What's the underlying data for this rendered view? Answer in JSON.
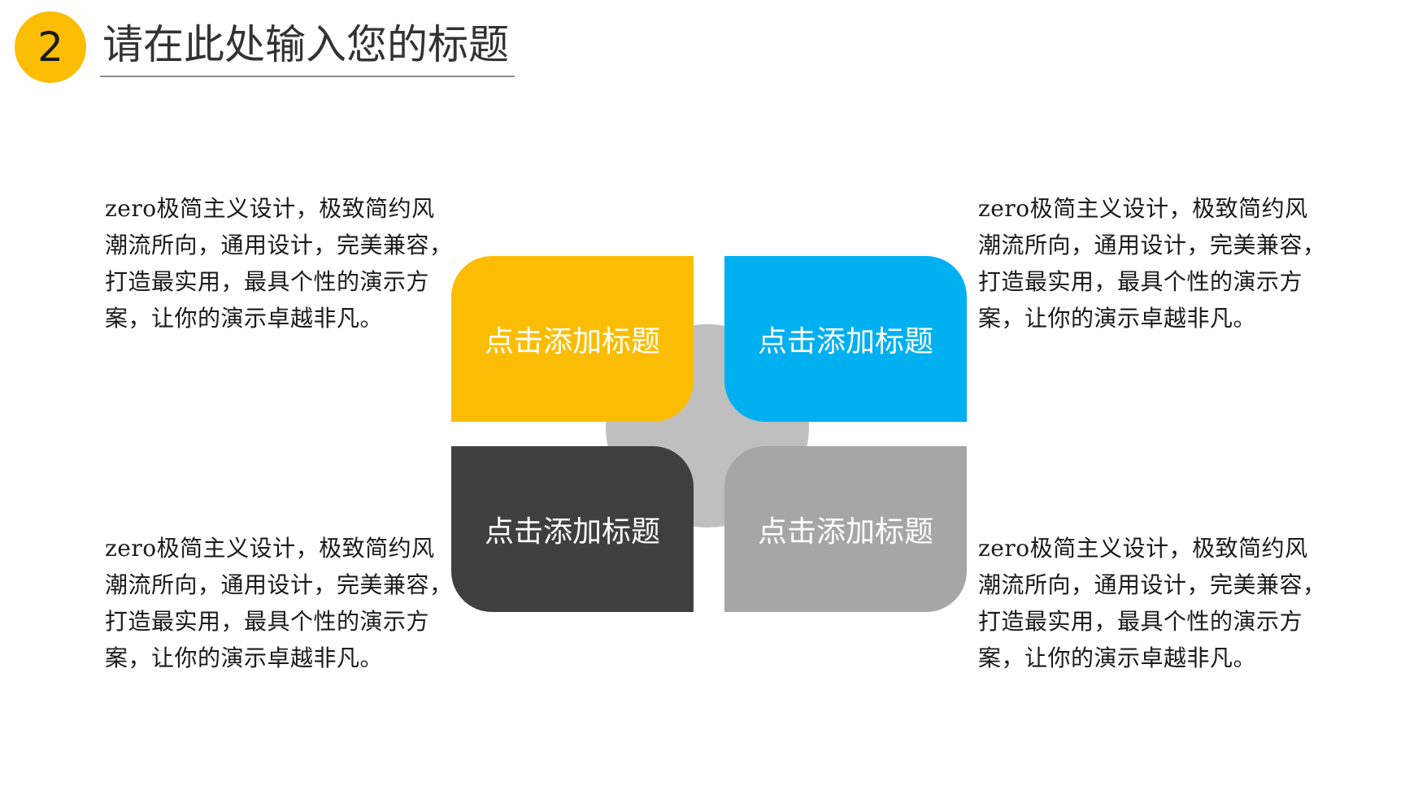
{
  "header": {
    "section_number": "2",
    "title": "请在此处输入您的标题"
  },
  "tiles": [
    {
      "label": "点击添加标题",
      "color": "#fbbd04"
    },
    {
      "label": "点击添加标题",
      "color": "#01b0f0"
    },
    {
      "label": "点击添加标题",
      "color": "#3f3f3f"
    },
    {
      "label": "点击添加标题",
      "color": "#a6a6a6"
    }
  ],
  "descriptions": [
    {
      "text": "zero极简主义设计，极致简约风潮流所向，通用设计，完美兼容，打造最实用，最具个性的演示方案，让你的演示卓越非凡。"
    },
    {
      "text": "zero极简主义设计，极致简约风潮流所向，通用设计，完美兼容，打造最实用，最具个性的演示方案，让你的演示卓越非凡。"
    },
    {
      "text": "zero极简主义设计，极致简约风潮流所向，通用设计，完美兼容，打造最实用，最具个性的演示方案，让你的演示卓越非凡。"
    },
    {
      "text": "zero极简主义设计，极致简约风潮流所向，通用设计，完美兼容，打造最实用，最具个性的演示方案，让你的演示卓越非凡。"
    }
  ],
  "colors": {
    "accent": "#fbbd04",
    "center_circle": "#bfbfbf",
    "title_text": "#333333"
  }
}
